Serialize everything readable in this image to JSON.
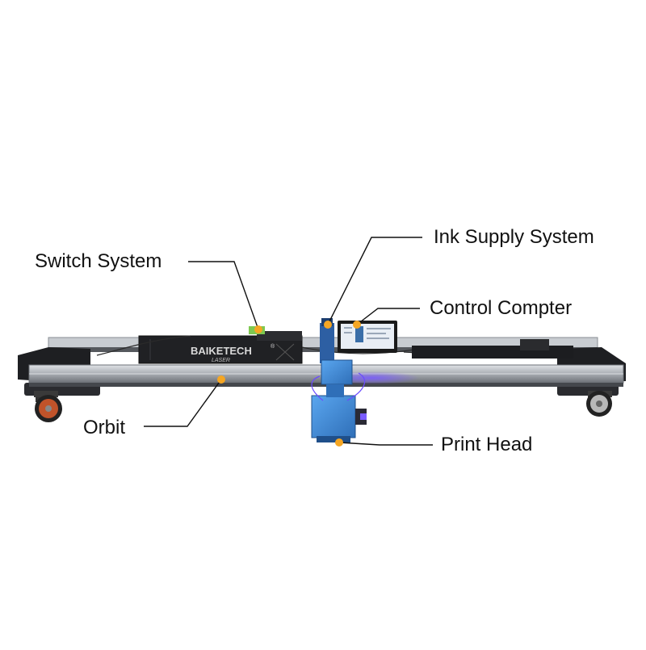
{
  "callouts": {
    "switch_system": "Switch System",
    "ink_supply_system": "Ink Supply System",
    "control_computer": "Control Compter",
    "orbit": "Orbit",
    "print_head": "Print Head"
  },
  "machine": {
    "brand": "BAIKETECH",
    "brand_sub": "LASER",
    "registered_mark": "®"
  },
  "colors": {
    "marker": "#F5A623",
    "leader_line": "#111111",
    "head_blue": "#3E8EDB",
    "uv_glow": "#6B4BFF",
    "rail": "#A9ADB3",
    "frame": "#1E1F22"
  }
}
